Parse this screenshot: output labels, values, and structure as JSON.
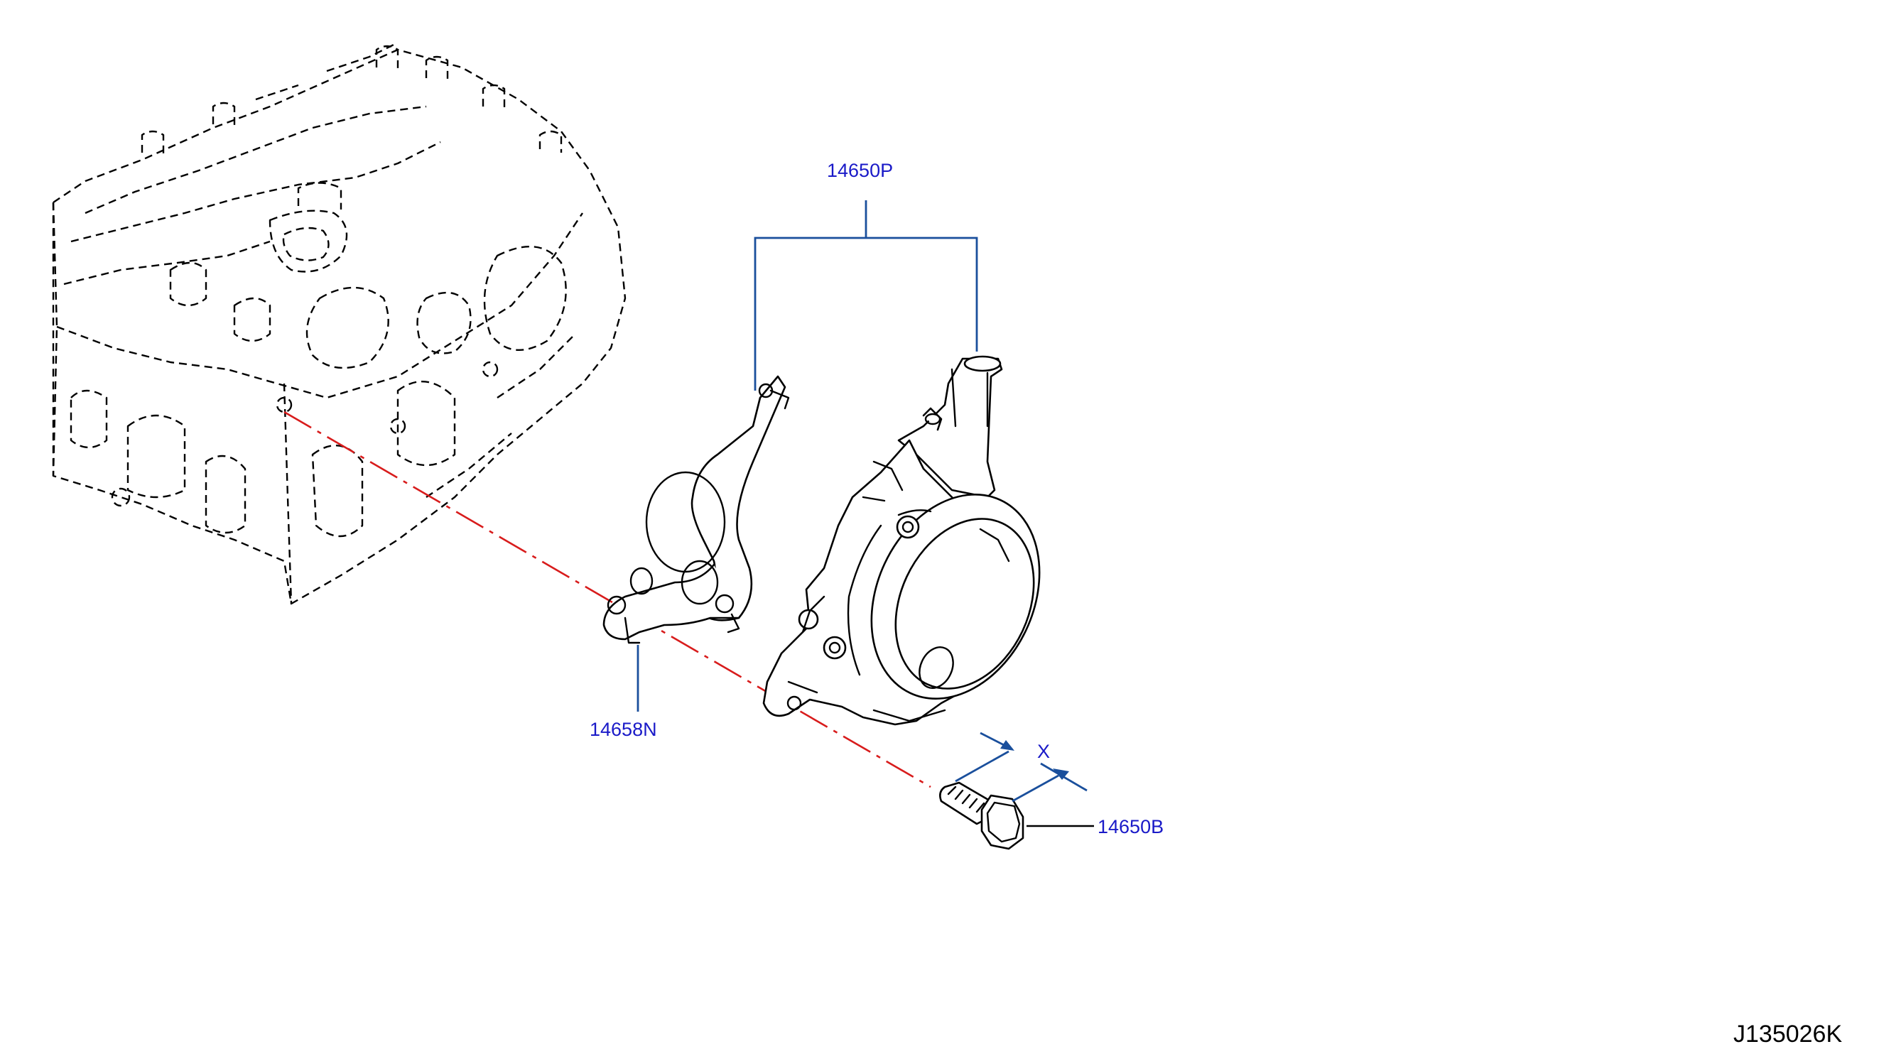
{
  "diagram": {
    "callouts": {
      "pump_assembly": "14650P",
      "gasket": "14658N",
      "bolt": "14650B",
      "dimension": "X"
    },
    "drawing_code": "J135026K",
    "colors": {
      "callout_text": "#1a1ac8",
      "leader_line": "#1a4f9c",
      "center_axis": "#d81c1c",
      "outline": "#000000"
    }
  }
}
